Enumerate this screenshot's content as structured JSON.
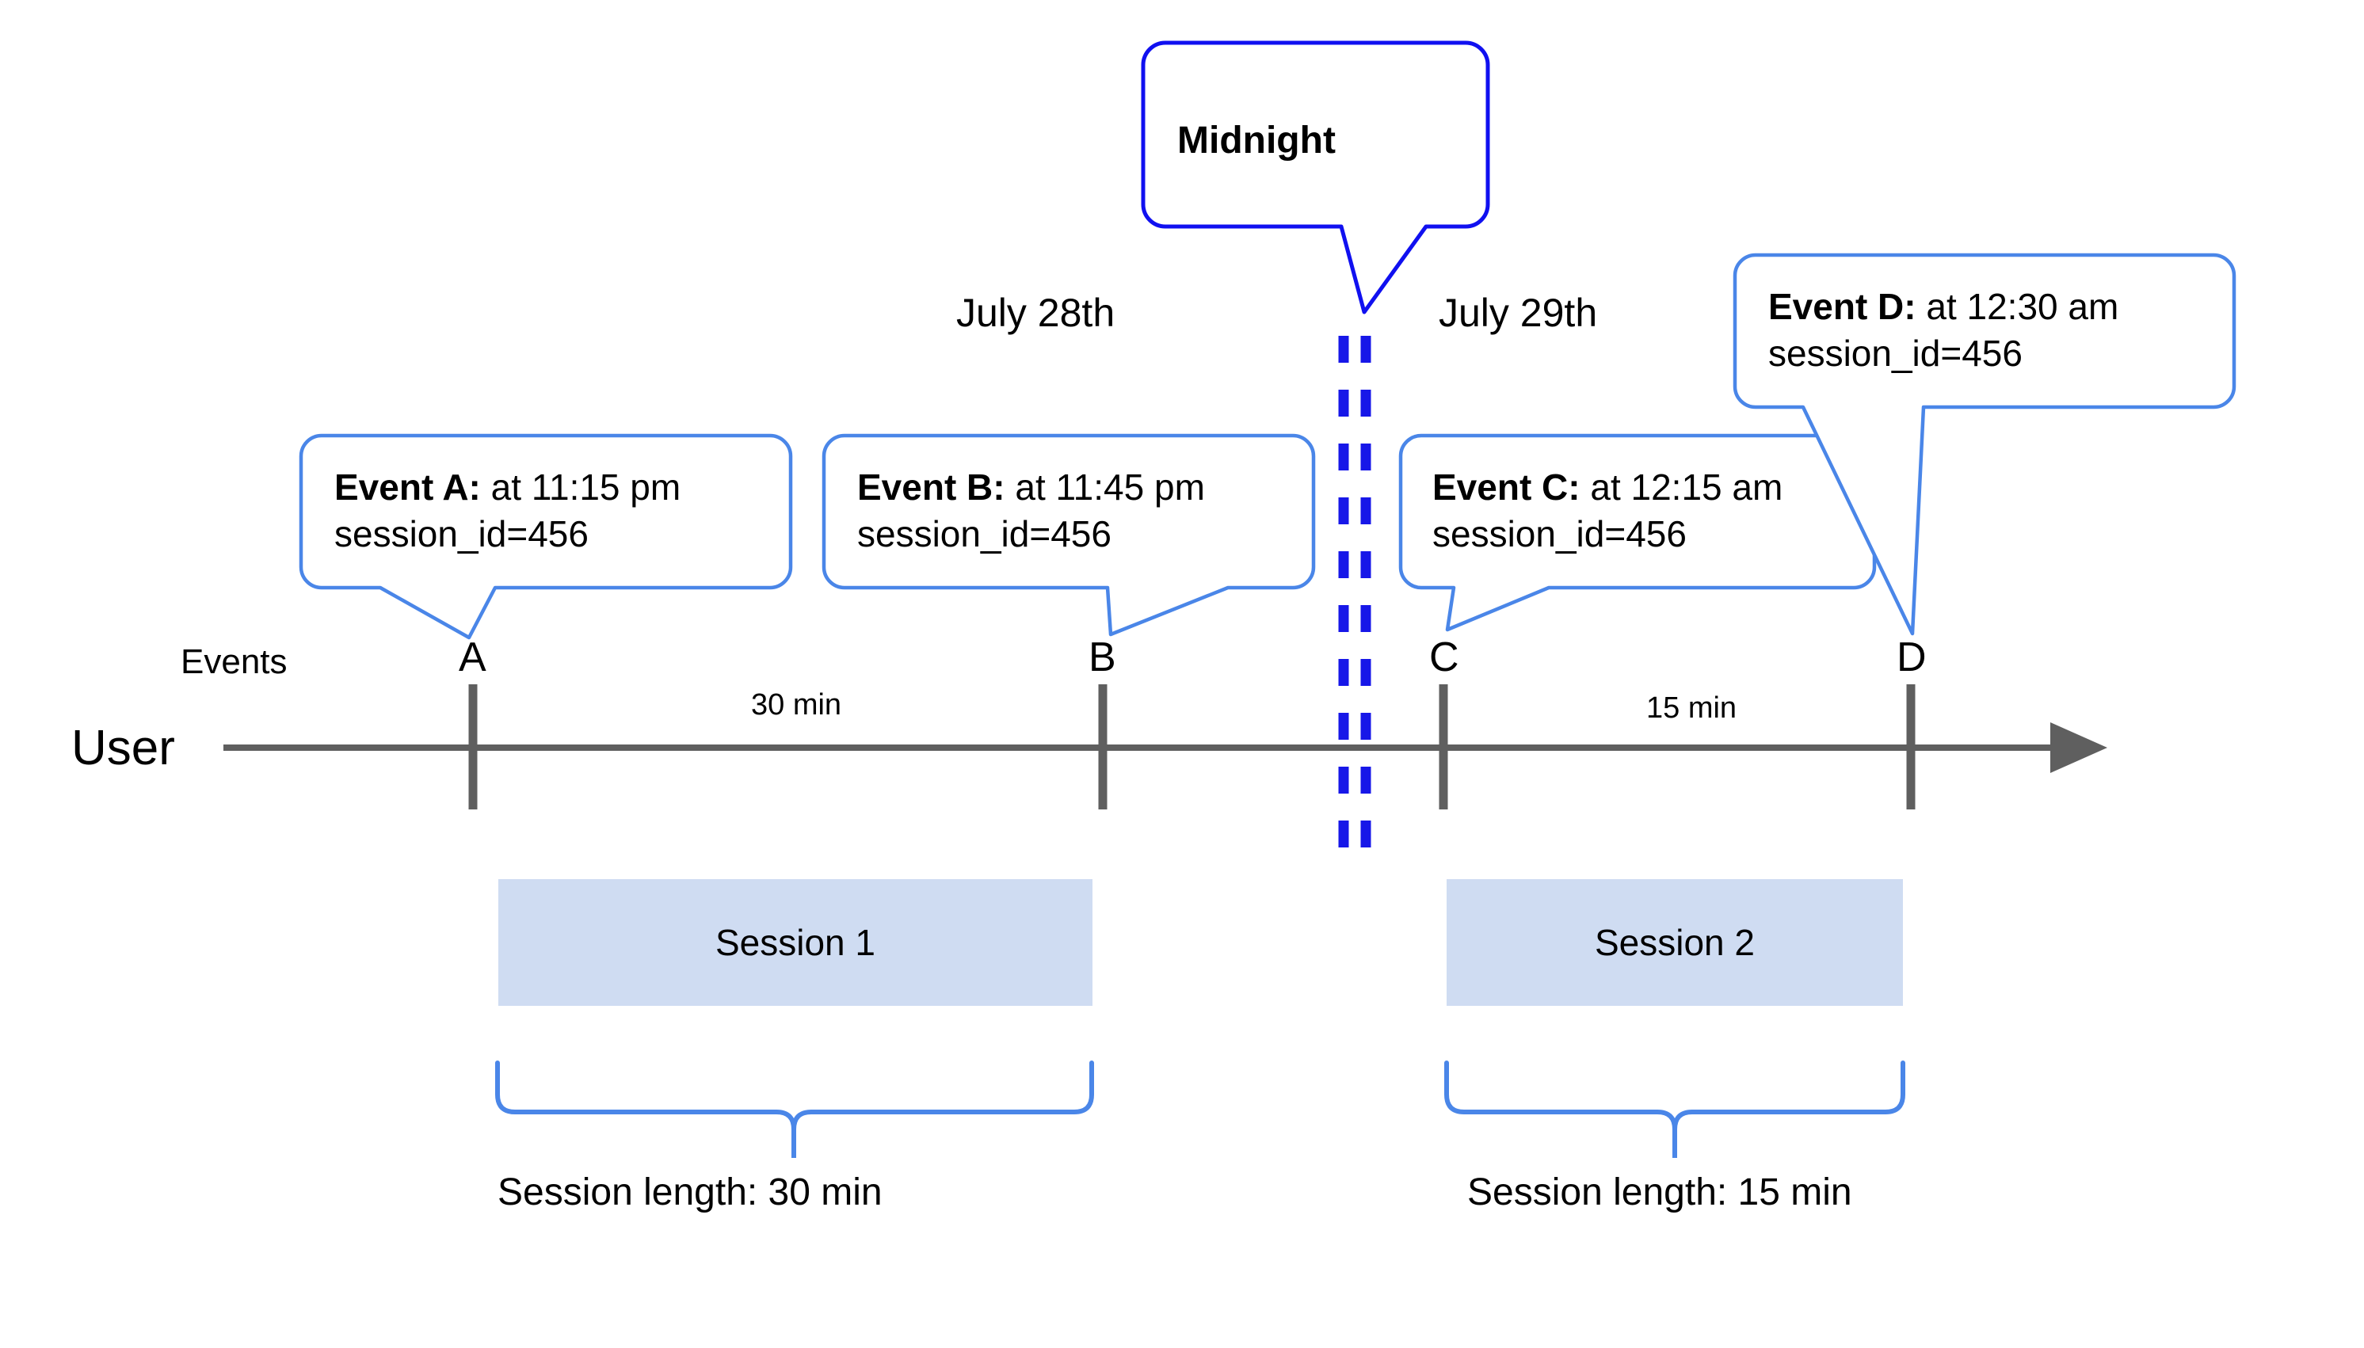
{
  "diagram": {
    "title_callout": {
      "label": "Midnight"
    },
    "dates": [
      {
        "label": "July 28th"
      },
      {
        "label": "July 29th"
      }
    ],
    "lane_labels": {
      "events": "Events",
      "user": "User"
    },
    "events": [
      {
        "key": "A",
        "marker": "A",
        "bold": "Event A:",
        "rest": " at 11:15 pm",
        "line2": "session_id=456"
      },
      {
        "key": "B",
        "marker": "B",
        "bold": "Event B:",
        "rest": " at 11:45 pm",
        "line2": "session_id=456"
      },
      {
        "key": "C",
        "marker": "C",
        "bold": "Event C:",
        "rest": " at 12:15 am",
        "line2": "session_id=456"
      },
      {
        "key": "D",
        "marker": "D",
        "bold": "Event D:",
        "rest": " at 12:30 am",
        "line2": "session_id=456"
      }
    ],
    "durations": [
      {
        "label": "30 min"
      },
      {
        "label": "15 min"
      }
    ],
    "sessions": [
      {
        "label": "Session 1",
        "length_label": "Session length: 30 min"
      },
      {
        "label": "Session 2",
        "length_label": "Session length: 15 min"
      }
    ],
    "colors": {
      "callout_border": "#4a86e8",
      "midnight_border": "#1010f0",
      "midnight_dash": "#1717e8",
      "axis": "#5f5f5f",
      "session_fill": "#cfdcf2",
      "brace": "#4a86e8",
      "text": "#000000",
      "background": "#ffffff"
    }
  }
}
